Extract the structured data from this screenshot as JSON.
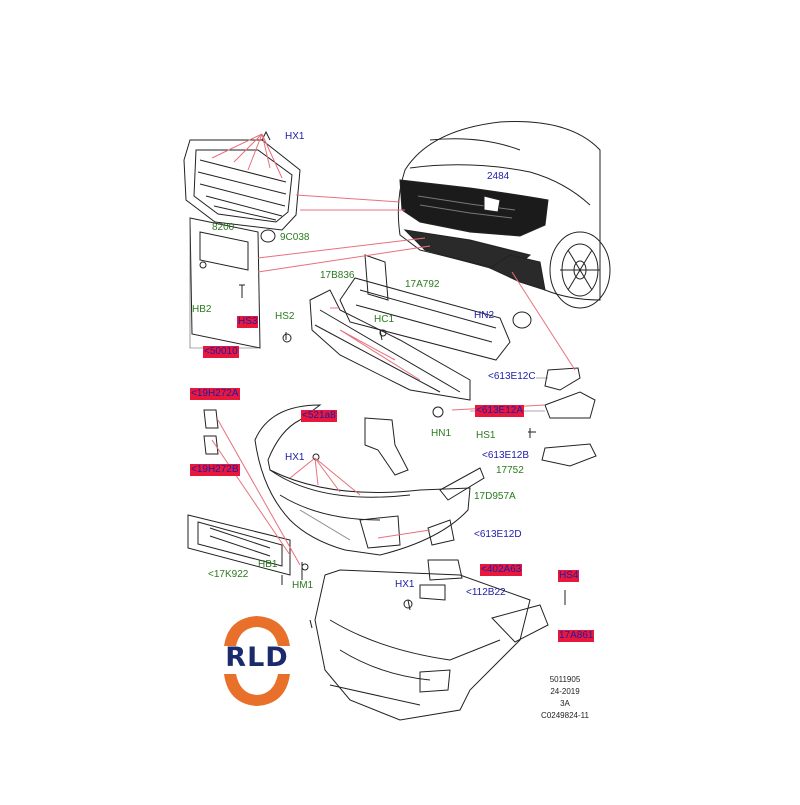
{
  "labels": {
    "hx1_top": "HX1",
    "p8200": "8200",
    "p9c038": "9C038",
    "hb2": "HB2",
    "hs_hl1": "HS3",
    "p50010": "<50010",
    "p2484": "2484",
    "p17b836": "17B836",
    "p17a792": "17A792",
    "hs2": "HS2",
    "hc1": "HC1",
    "hn2": "HN2",
    "p613e12c": "<613E12C",
    "p19h272a": "<19H272A",
    "p521a8": "<521a8",
    "p613e12a": "<613E12A",
    "hn1": "HN1",
    "hs1": "HS1",
    "p19h272b": "<19H272B",
    "hx1_mid": "HX1",
    "p613e12b": "<613E12B",
    "p17752": "17752",
    "p17d957a": "17D957A",
    "p613e12d": "<613E12D",
    "p17k922": "<17K922",
    "hb1": "HB1",
    "hm1": "HM1",
    "p402a63": "<402A63",
    "hx1_low": "HX1",
    "p112b22": "<112B22",
    "hs4": "HS4",
    "p17a861": "17A861"
  },
  "reference": {
    "line1": "5011905",
    "line2": "24-2019",
    "line3": "3A",
    "line4": "C0249824-11"
  },
  "logo": {
    "text": "RLD",
    "ring_color": "#e8702a",
    "text_color": "#1a2a6c"
  },
  "colors": {
    "leader_line": "#e8707c",
    "label_green": "#2a7a1e",
    "label_blue": "#1c1ca8",
    "highlight": "#e8183c"
  }
}
